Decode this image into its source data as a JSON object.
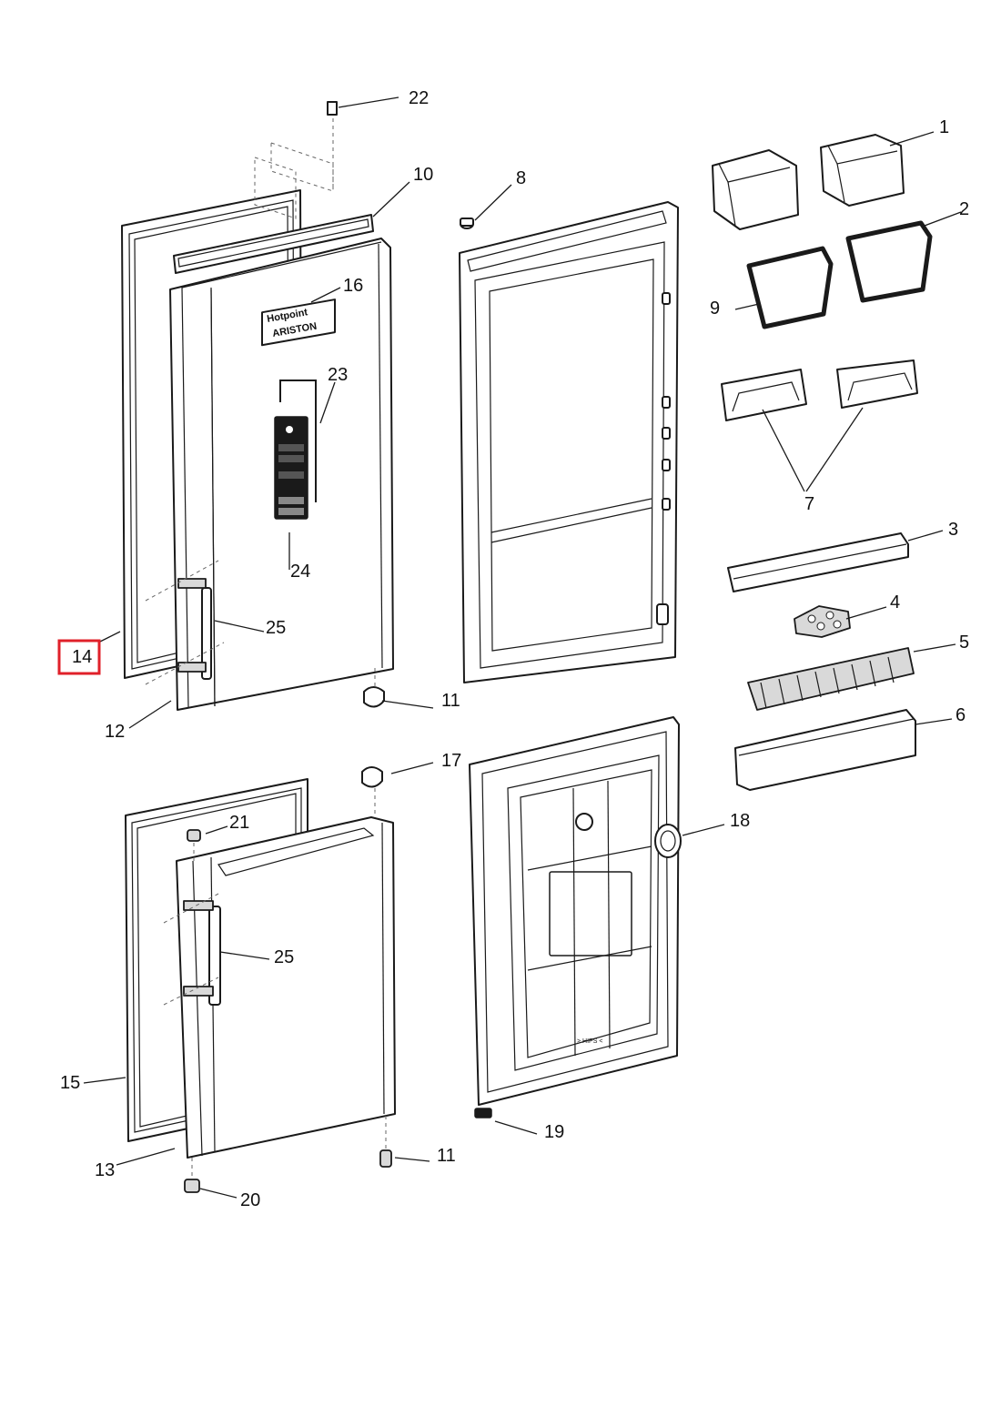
{
  "callouts": {
    "c1": "1",
    "c2": "2",
    "c3": "3",
    "c4": "4",
    "c5": "5",
    "c6": "6",
    "c7": "7",
    "c8": "8",
    "c9": "9",
    "c10": "10",
    "c11a": "11",
    "c11b": "11",
    "c12": "12",
    "c13": "13",
    "c14": "14",
    "c15": "15",
    "c16": "16",
    "c17": "17",
    "c18": "18",
    "c19": "19",
    "c20": "20",
    "c21": "21",
    "c22": "22",
    "c23": "23",
    "c24": "24",
    "c25a": "25",
    "c25b": "25"
  },
  "branding": {
    "hotpoint": "Hotpoint",
    "ariston": "ARISTON"
  },
  "freezer_door_label": "> HIPS <",
  "highlight": {
    "part": "14",
    "color": "#e0202a"
  }
}
